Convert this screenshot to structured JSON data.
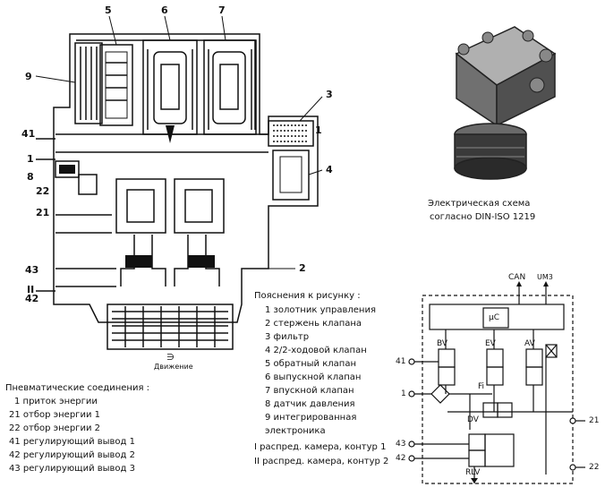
{
  "section_labels": {
    "plan_labels": [
      "5",
      "6",
      "7",
      "9",
      "3",
      "1",
      "41",
      "1",
      "8",
      "22",
      "21",
      "4",
      "2",
      "43",
      "II",
      "42"
    ],
    "direction_label": "Движение",
    "direction_symbol": "∋"
  },
  "photo_caption": {
    "line1": "Электрическая схема",
    "line2": "согласно DIN-ISO 1219"
  },
  "explanations": {
    "title": "Пояснения к рисунку :",
    "items": [
      "1 золотник управления",
      "2 стержень клапана",
      "3 фильтр",
      "4 2/2-ходовой клапан",
      "5 обратный клапан",
      "6 выпускной клапан",
      "7 впускной клапан",
      "8 датчик давления",
      "9 интегрированная",
      "электроника"
    ],
    "circuits": [
      "I   распред. камера, контур 1",
      "II  распред. камера,  контур 2"
    ]
  },
  "pneumatic": {
    "title": "Пневматические соединения :",
    "items": [
      "1 приток энергии",
      "21 отбор энергии 1",
      "22 отбор энергии 2",
      "41 регулирующий вывод 1",
      "42 регулирующий вывод 2",
      "43 регулирующий вывод 3"
    ]
  },
  "schematic": {
    "can": "CAN",
    "um": "UM3",
    "uc": "µC",
    "bv": "BV",
    "ev": "EV",
    "av": "AV",
    "fi": "Fi",
    "dv": "DV",
    "rlv": "RLV",
    "p41": "41",
    "p1": "1",
    "p43": "43",
    "p42": "42",
    "p21": "21",
    "p22": "22"
  },
  "colors": {
    "ink": "#111111",
    "photo_dark": "#3a3a3a",
    "photo_light": "#b0b0b0"
  }
}
